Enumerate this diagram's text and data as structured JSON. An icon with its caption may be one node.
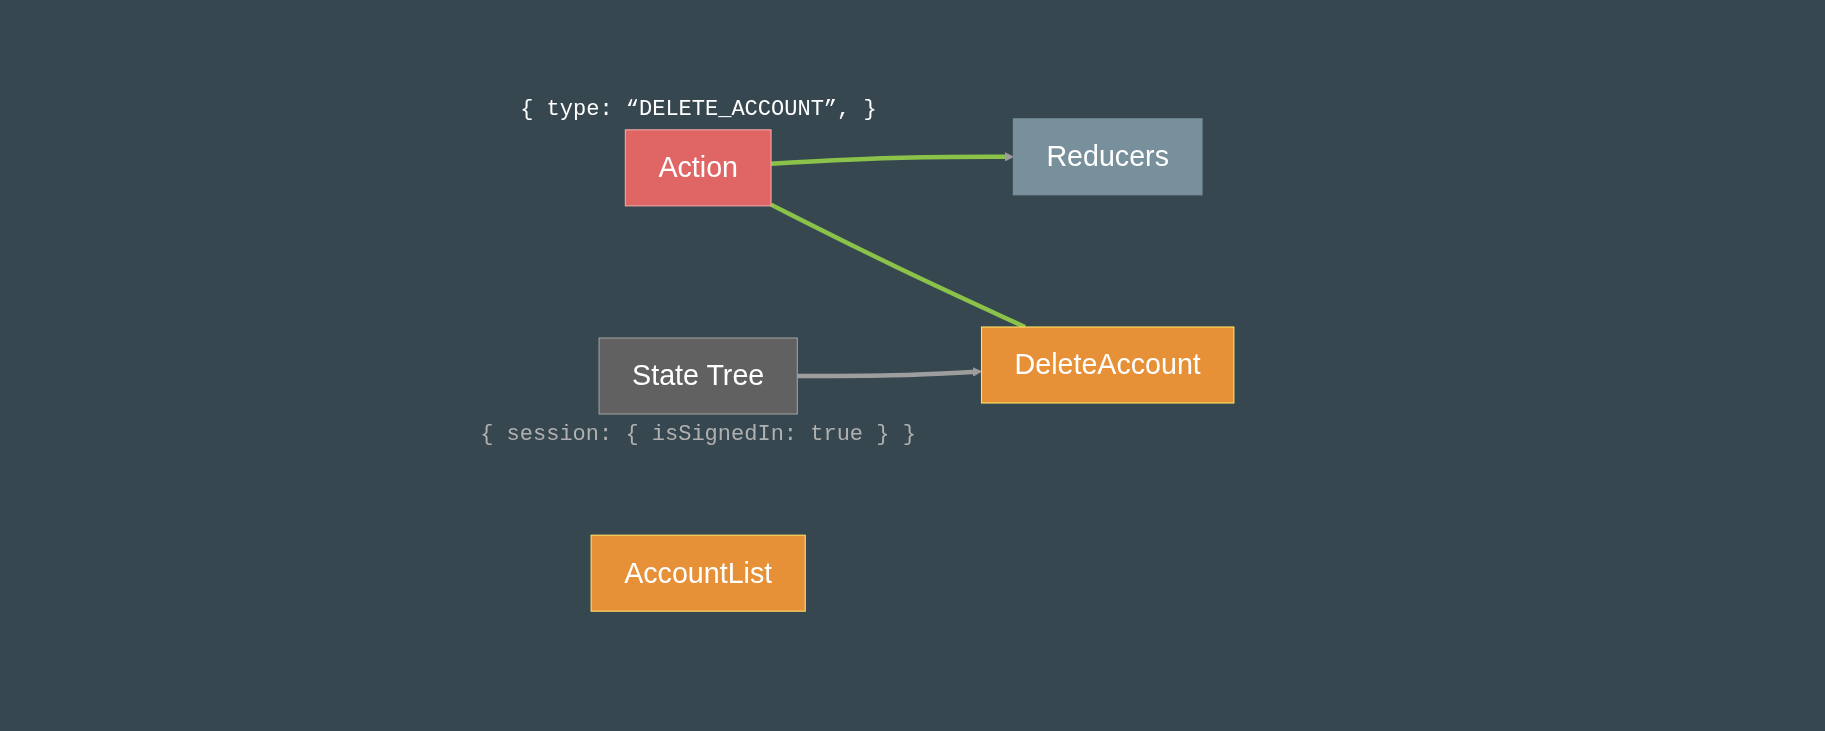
{
  "diagram": {
    "nodes": [
      {
        "text": [
          "Action"
        ],
        "beside": [
          "{ type: “DELETE_ACCOUNT”, }"
        ]
      },
      {
        "text": [
          "Reducers"
        ]
      },
      {
        "text": [
          "State Tree"
        ],
        "beside": [
          "{ session: { isSignedIn: true } }"
        ]
      },
      {
        "text": [
          "DeleteAccount"
        ]
      },
      {
        "text": [
          "AccountList"
        ]
      }
    ],
    "edges": [
      {
        "from": 0,
        "to": 1,
        "arrow": "to"
      },
      {
        "from": 0,
        "to": 3,
        "arrow": "none"
      },
      {
        "from": 2,
        "to": 3,
        "arrow": "to",
        "color": "#9e9e9e"
      }
    ]
  }
}
